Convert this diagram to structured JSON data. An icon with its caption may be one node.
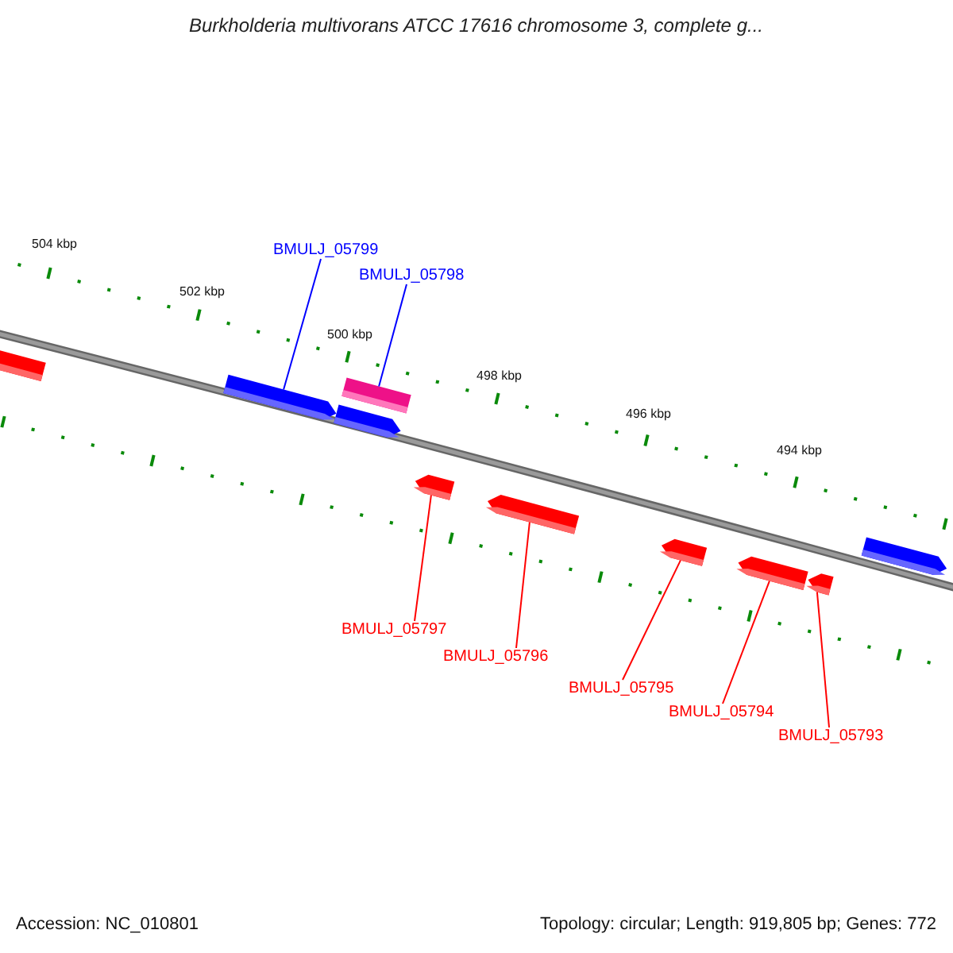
{
  "diagram": {
    "title": "Burkholderia multivorans ATCC 17616 chromosome 3, complete g...",
    "nodes": [
      {
        "text": [],
        "shape": "pentagon"
      },
      {
        "text": [
          "BMULJ_05799"
        ]
      },
      {
        "text": [
          "BMULJ_05798"
        ]
      },
      {
        "text": [],
        "shape": "pentagon"
      },
      {
        "text": [],
        "shape": "box"
      },
      {
        "text": [],
        "shape": "pentagon"
      },
      {
        "text": [],
        "shape": "pentagon"
      },
      {
        "text": [],
        "shape": "pentagon"
      },
      {
        "text": [],
        "shape": "pentagon"
      },
      {
        "text": [],
        "shape": "pentagon"
      },
      {
        "text": [],
        "shape": "pentagon"
      },
      {
        "text": [],
        "shape": "pentagon"
      },
      {
        "text": [
          "BMULJ_05797"
        ]
      },
      {
        "text": [
          "BMULJ_05796"
        ]
      },
      {
        "text": [
          "BMULJ_05795"
        ]
      },
      {
        "text": [
          "BMULJ_05794"
        ]
      },
      {
        "text": [
          "BMULJ_05793"
        ]
      }
    ],
    "edges": [
      {
        "from": 1,
        "to": 3,
        "arrow": "none",
        "color": "#0000ff"
      },
      {
        "from": 2,
        "to": 4,
        "arrow": "none",
        "color": "#0000ff"
      },
      {
        "from": 12,
        "to": 6,
        "arrow": "none"
      },
      {
        "from": 13,
        "to": 7,
        "arrow": "none"
      },
      {
        "from": 14,
        "to": 8,
        "arrow": "none"
      },
      {
        "from": 15,
        "to": 9,
        "arrow": "none"
      },
      {
        "from": 16,
        "to": 10,
        "arrow": "none"
      }
    ],
    "labels": [
      "504 kbp",
      "502 kbp",
      "500 kbp",
      "498 kbp",
      "496 kbp",
      "494 kbp",
      "Accession: NC_010801",
      "Topology: circular; Length: 919,805 bp; Genes: 772"
    ]
  }
}
